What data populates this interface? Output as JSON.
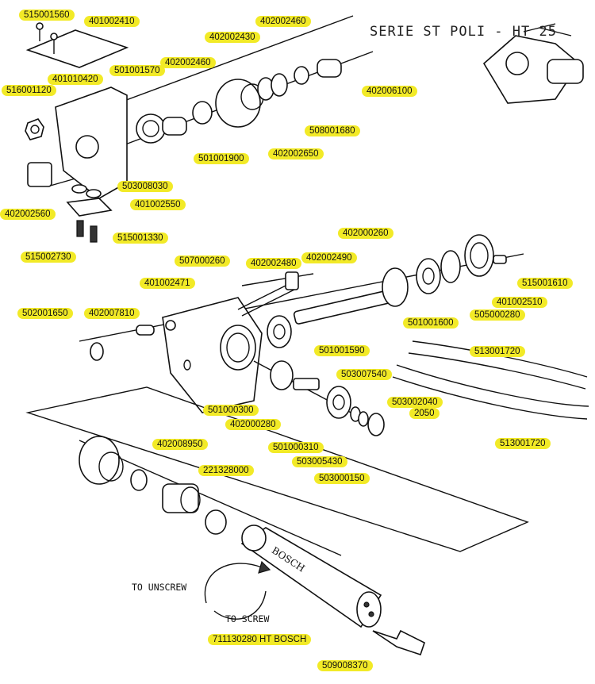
{
  "title": "SERIE ST POLI - HT 25",
  "notes": {
    "unscrew": "TO UNSCREW",
    "screw": "TO SCREW"
  },
  "parts": [
    "515001560",
    "401002410",
    "402002460",
    "402002430",
    "402002460",
    "501001570",
    "401010420",
    "516001120",
    "402006100",
    "508001680",
    "501001900",
    "402002650",
    "503008030",
    "401002550",
    "402002560",
    "515001330",
    "515002730",
    "402000260",
    "507000260",
    "402002480",
    "402002490",
    "401002471",
    "515001610",
    "401002510",
    "502001650",
    "402007810",
    "501001600",
    "505000280",
    "501001590",
    "513001720",
    "503007540",
    "501000300",
    "402000280",
    "503002040",
    "2050",
    "501000310",
    "503005430",
    "503000150",
    "513001720",
    "402008950",
    "221328000",
    "711130280 HT BOSCH",
    "509008370"
  ],
  "brand": "BOSCH"
}
